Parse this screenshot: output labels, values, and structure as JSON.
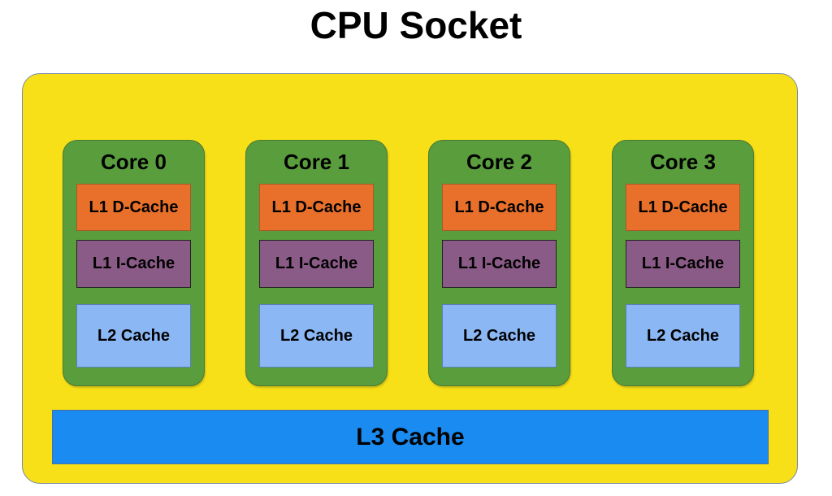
{
  "title": "CPU Socket",
  "cores": [
    {
      "label": "Core 0",
      "l1d": "L1 D-Cache",
      "l1i": "L1 I-Cache",
      "l2": "L2 Cache"
    },
    {
      "label": "Core 1",
      "l1d": "L1 D-Cache",
      "l1i": "L1 I-Cache",
      "l2": "L2 Cache"
    },
    {
      "label": "Core 2",
      "l1d": "L1 D-Cache",
      "l1i": "L1 I-Cache",
      "l2": "L2 Cache"
    },
    {
      "label": "Core 3",
      "l1d": "L1 D-Cache",
      "l1i": "L1 I-Cache",
      "l2": "L2 Cache"
    }
  ],
  "l3": "L3 Cache",
  "colors": {
    "socket": "#f7e017",
    "core": "#5a9d3d",
    "l1d": "#e8702a",
    "l1i": "#8a5b87",
    "l2": "#8bb8f5",
    "l3": "#1a8bf0"
  }
}
